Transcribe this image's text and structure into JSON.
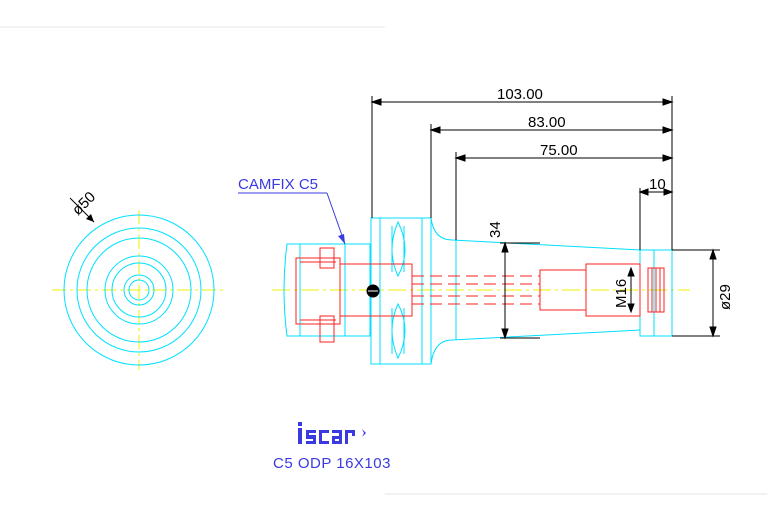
{
  "drawing": {
    "part_label": "CAMFIX C5",
    "part_number": "C5 ODP 16X103",
    "logo_text": "iscar",
    "dimensions": {
      "overall_length": "103.00",
      "length_83": "83.00",
      "length_75": "75.00",
      "length_10": "10",
      "diameter_34": "34",
      "thread": "M16",
      "diameter_29": "ø29",
      "diameter_50": "ø50"
    },
    "colors": {
      "outline": "#00e0ff",
      "hidden_detail": "#ff2020",
      "centerline": "#f0f000",
      "dimension": "#000000",
      "label": "#3a3ae0",
      "ghost": "#60ff60"
    }
  }
}
